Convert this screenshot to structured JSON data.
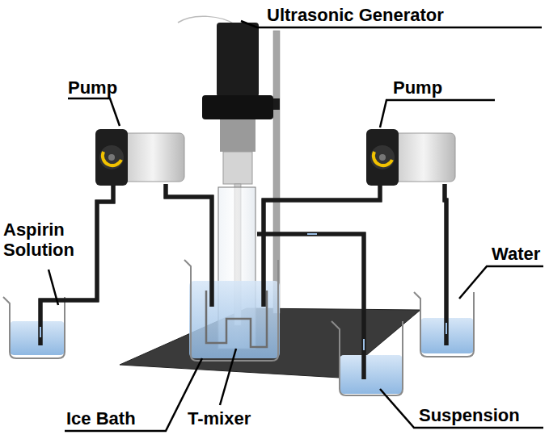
{
  "diagram": {
    "labels": [
      "Ultrasonic Generator",
      "Pump",
      "Pump",
      "Aspirin Solution",
      "Water",
      "Ice Bath",
      "T-mixer",
      "Suspension"
    ]
  }
}
